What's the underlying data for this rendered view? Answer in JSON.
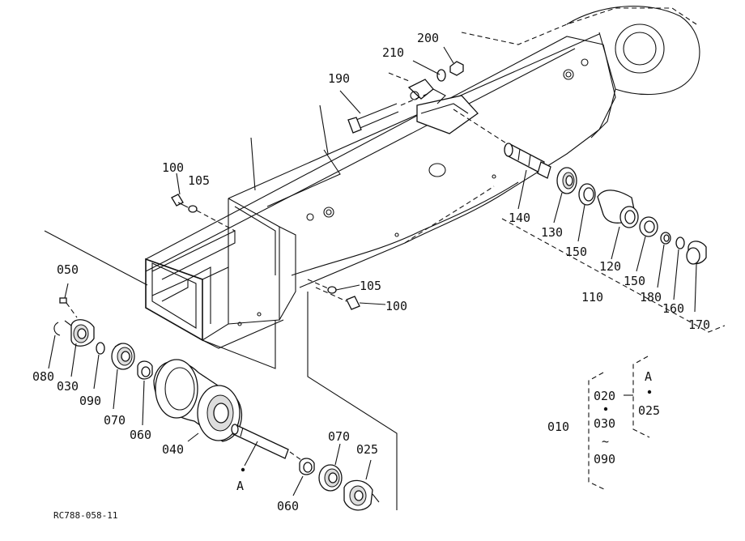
{
  "drawing_code": "RC788-058-11",
  "labels": {
    "l200": "200",
    "l210": "210",
    "l190": "190",
    "l100a": "100",
    "l105a": "105",
    "l050": "050",
    "l080": "080",
    "l030": "030",
    "l090": "090",
    "l070a": "070",
    "l060a": "060",
    "l040": "040",
    "l105b": "105",
    "l100b": "100",
    "l140": "140",
    "l130": "130",
    "l150a": "150",
    "l120": "120",
    "l150b": "150",
    "l110": "110",
    "l180": "180",
    "l160": "160",
    "l170": "170",
    "l070b": "070",
    "l025a": "025",
    "l060b": "060",
    "lA1": "A",
    "l010": "010",
    "l020": "020",
    "l030b": "030",
    "ltilde": "~",
    "l090b": "090",
    "lA2": "A",
    "l025b": "025"
  }
}
